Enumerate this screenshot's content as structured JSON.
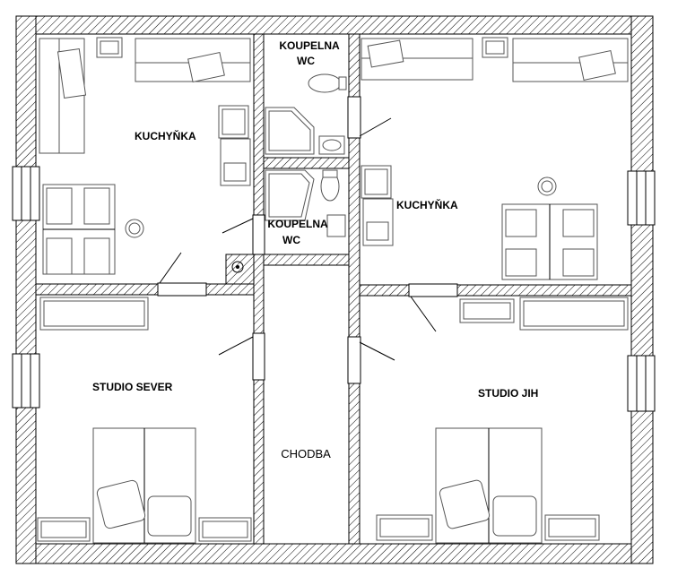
{
  "rooms": {
    "kitchen_nw": "KUCHYŇKA",
    "bath_north_1": "KOUPELNA",
    "bath_north_2": "WC",
    "bath_center_1": "KOUPELNA",
    "bath_center_2": "WC",
    "kitchen_ne": "KUCHYŇKA",
    "studio_north": "STUDIO SEVER",
    "studio_south": "STUDIO JIH",
    "corridor": "CHODBA"
  }
}
